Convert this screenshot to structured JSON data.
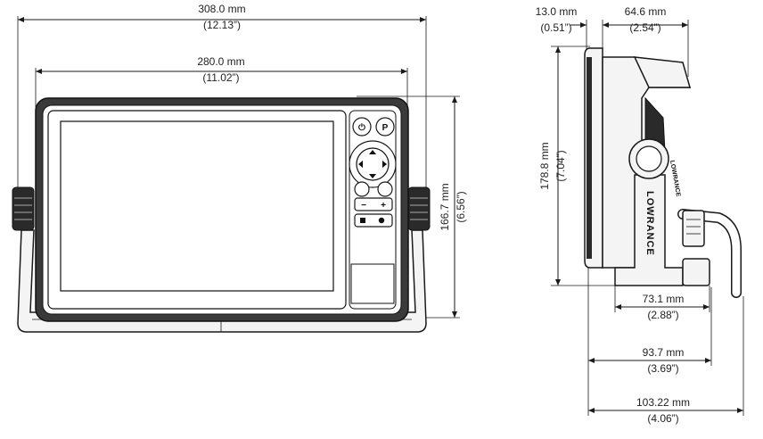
{
  "dimensions": {
    "overall_width": {
      "mm": "308.0 mm",
      "in": "(12.13”)"
    },
    "bezel_width": {
      "mm": "280.0 mm",
      "in": "(11.02”)"
    },
    "front_height": {
      "mm": "166.7 mm",
      "in": "(6.56”)"
    },
    "depth_front": {
      "mm": "13.0 mm",
      "in": "(0.51”)"
    },
    "depth_visor": {
      "mm": "64.6 mm",
      "in": "(2.54”)"
    },
    "side_height": {
      "mm": "178.8 mm",
      "in": "(7.04”)"
    },
    "base_depth": {
      "mm": "73.1 mm",
      "in": "(2.88”)"
    },
    "bracket_depth": {
      "mm": "93.7 mm",
      "in": "(3.69”)"
    },
    "cable_depth": {
      "mm": "103.22 mm",
      "in": "(4.06”)"
    }
  },
  "brand": {
    "name": "LOWRANCE",
    "side_badge": "LOWRANCE"
  },
  "buttons": {
    "power": "⏻",
    "pages": "P",
    "minus": "−",
    "plus": "+"
  }
}
